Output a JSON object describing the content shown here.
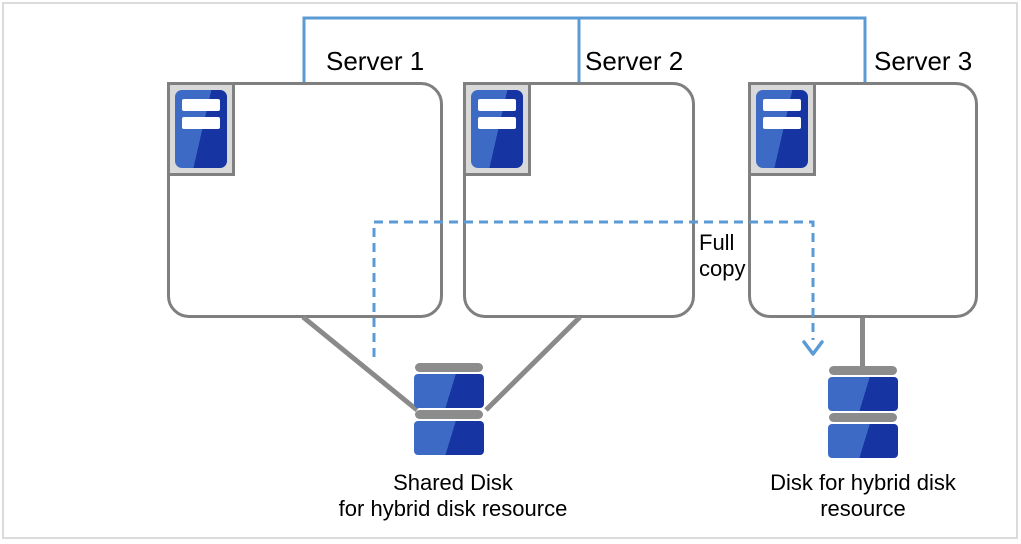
{
  "figure": {
    "servers": [
      {
        "label": "Server 1"
      },
      {
        "label": "Server 2"
      },
      {
        "label": "Server 3"
      }
    ],
    "full_copy_label": "Full\ncopy",
    "shared_disk": {
      "label": "Shared Disk\nfor hybrid disk resource"
    },
    "hybrid_disk": {
      "label": "Disk for hybrid disk\nresource"
    }
  },
  "icons": {
    "server_icon": "server-tower",
    "shared_disk_icon": "stacked-disk",
    "hybrid_disk_icon": "stacked-disk",
    "full_copy_arrow": "dashed-arrow-down"
  },
  "colors": {
    "accent_blue": "#5B9BD5",
    "box_border": "#7F7F7F",
    "connector_gray": "#8A8A8A",
    "icon_frame_fill": "#D9D9D9",
    "icon_frame_border": "#808080",
    "blue_light": "#3D6AC5",
    "blue_dark": "#1634A2",
    "disk_bar": "#8C8C8C",
    "frame_border": "#DBDBDB",
    "text_color": "#000000"
  }
}
